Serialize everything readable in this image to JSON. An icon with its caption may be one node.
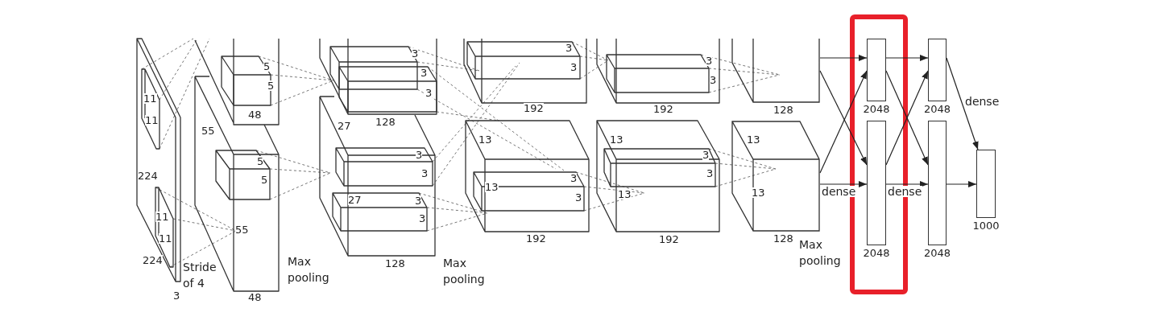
{
  "diagram": {
    "nodes": [
      {
        "text": [
          "128"
        ]
      },
      {
        "text": [
          "13",
          "13",
          "128"
        ]
      },
      {
        "text": [
          "2048"
        ]
      },
      {
        "text": [
          "2048"
        ]
      },
      {
        "text": [
          "2048"
        ]
      },
      {
        "text": [
          "2048"
        ]
      },
      {
        "text": [
          "1000"
        ]
      }
    ],
    "edges": [
      {
        "from": 0,
        "to": 2,
        "arrow": "to"
      },
      {
        "from": 0,
        "to": 3,
        "arrow": "to"
      },
      {
        "from": 1,
        "to": 2,
        "arrow": "to"
      },
      {
        "from": 1,
        "to": 3,
        "arrow": "to",
        "label": "dense"
      },
      {
        "from": 2,
        "to": 4,
        "arrow": "to"
      },
      {
        "from": 2,
        "to": 5,
        "arrow": "to"
      },
      {
        "from": 3,
        "to": 4,
        "arrow": "to"
      },
      {
        "from": 3,
        "to": 5,
        "arrow": "to",
        "label": "dense"
      },
      {
        "from": 4,
        "to": 6,
        "arrow": "to",
        "label": "dense"
      },
      {
        "from": 5,
        "to": 6,
        "arrow": "to"
      }
    ],
    "labels": [
      "11",
      "11",
      "224",
      "11",
      "11",
      "224",
      "Stride of 4",
      "3",
      "5",
      "5",
      "48",
      "55",
      "5",
      "5",
      "55",
      "48",
      "Max pooling",
      "3",
      "3",
      "3",
      "128",
      "27",
      "3",
      "3",
      "27",
      "3",
      "3",
      "128",
      "Max pooling",
      "3",
      "3",
      "192",
      "13",
      "13",
      "3",
      "3",
      "192",
      "3",
      "3",
      "192",
      "13",
      "13",
      "3",
      "3",
      "192",
      "Max pooling"
    ]
  }
}
